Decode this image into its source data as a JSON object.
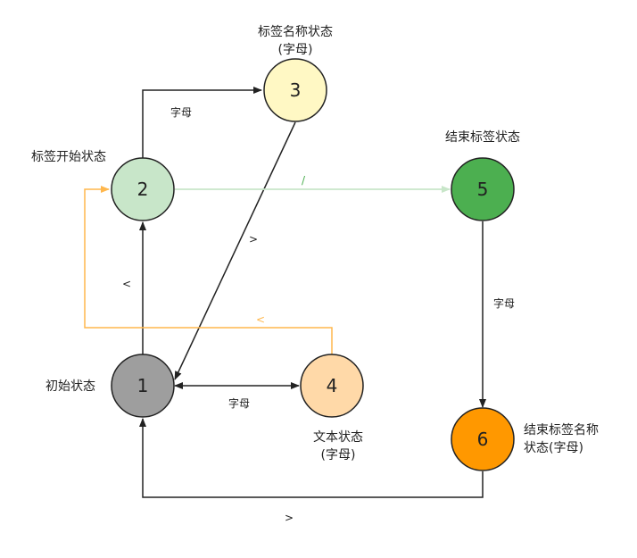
{
  "nodes": {
    "n1": {
      "id": "1",
      "label": "初始状态"
    },
    "n2": {
      "id": "2",
      "label": "标签开始状态"
    },
    "n3": {
      "id": "3",
      "label_line1": "标签名称状态",
      "label_line2": "(字母)"
    },
    "n4": {
      "id": "4",
      "label_line1": "文本状态",
      "label_line2": "(字母)"
    },
    "n5": {
      "id": "5",
      "label": "结束标签状态"
    },
    "n6": {
      "id": "6",
      "label_line1": "结束标签名称",
      "label_line2": "状态(字母)"
    }
  },
  "edges": {
    "e1_2": "<",
    "e2_3": "字母",
    "e3_1": ">",
    "e1_4": "字母",
    "e4_2": "<",
    "e2_5": "/",
    "e5_6": "字母",
    "e6_1": ">"
  },
  "colors": {
    "n1": "#9e9e9e",
    "n2": "#c8e6c9",
    "n3": "#fff8c4",
    "n4": "#ffd9a8",
    "n5": "#4caf50",
    "n6": "#ff9800",
    "edge_dark": "#222222",
    "edge_orange": "#ffb74d",
    "edge_green": "#c8e6c9"
  }
}
